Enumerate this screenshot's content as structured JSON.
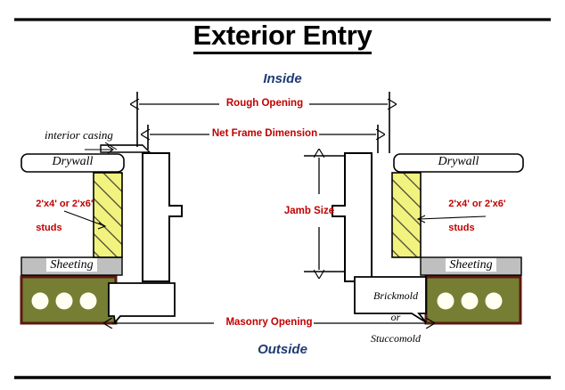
{
  "document": {
    "title": "Exterior Entry",
    "type": "construction-detail-drawing"
  },
  "orientation": {
    "inside_label": "Inside",
    "outside_label": "Outside",
    "inside_color": "#1F3B73",
    "outside_color": "#1F3B73"
  },
  "dimensions": {
    "color": "#C00000",
    "items": [
      {
        "id": "rough-opening",
        "label": "Rough Opening",
        "orientation": "horizontal"
      },
      {
        "id": "net-frame-dimension",
        "label": "Net Frame Dimension",
        "orientation": "horizontal"
      },
      {
        "id": "jamb-size",
        "label": "Jamb Size",
        "orientation": "vertical"
      },
      {
        "id": "masonry-opening",
        "label": "Masonry Opening",
        "orientation": "horizontal"
      }
    ]
  },
  "annotations": {
    "interior_casing": "interior casing",
    "studs_line1": "2'x4' or 2'x6'",
    "studs_line2": "studs",
    "studs_color": "#C00000",
    "brickmold_line1": "Brickmold",
    "brickmold_line2": "or",
    "brickmold_line3": "Stuccomold"
  },
  "materials": {
    "drywall_left": "Drywall",
    "drywall_right": "Drywall",
    "sheeting_left": "Sheeting",
    "sheeting_right": "Sheeting",
    "stud_fill": "#F2F27F",
    "stud_hatch": "#4A4A3A",
    "sheeting_fill": "#BFBFBF",
    "masonry_fill": "#757E33",
    "masonry_border": "#5B1A10",
    "masonry_core_fill": "#FFFFF2",
    "drywall_fill": "#FFFFFF",
    "jamb_fill": "#FFFFFF",
    "outline": "#000000"
  },
  "rules": {
    "top_rule": true,
    "bottom_rule": true
  }
}
